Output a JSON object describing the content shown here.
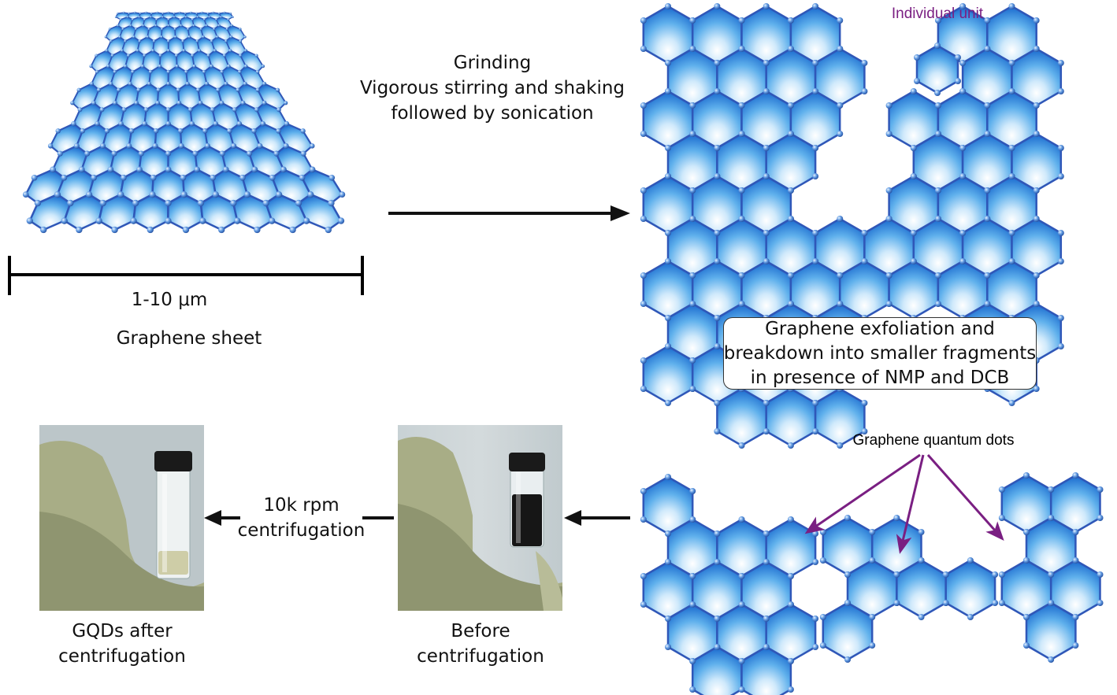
{
  "process": {
    "step1_line1": "Grinding",
    "step1_line2": "Vigorous stirring and shaking",
    "step1_line3": "followed by sonication",
    "scale_label": "1-10 μm",
    "sheet_label": "Graphene sheet",
    "individual_unit_label": "Individual unit",
    "exfoliation_line1": "Graphene exfoliation and",
    "exfoliation_line2": "breakdown into smaller fragments",
    "exfoliation_line3": "in presence of NMP and DCB",
    "gqd_label": "Graphene quantum dots",
    "centrifuge_line1": "10k rpm",
    "centrifuge_line2": "centrifugation",
    "before_line1": "Before",
    "before_line2": "centrifugation",
    "after_line1": "GQDs after",
    "after_line2": "centrifugation"
  },
  "colors": {
    "hex_stroke": "#2f57b8",
    "hex_fill_top": "#ffffff",
    "hex_fill_bottom": "#2a86df",
    "atom": "#3a72cf",
    "arrow_black": "#111111",
    "arrow_purple": "#7a1f82",
    "glove": "#b9bd97",
    "photo_bg": "#cfd6d8"
  }
}
